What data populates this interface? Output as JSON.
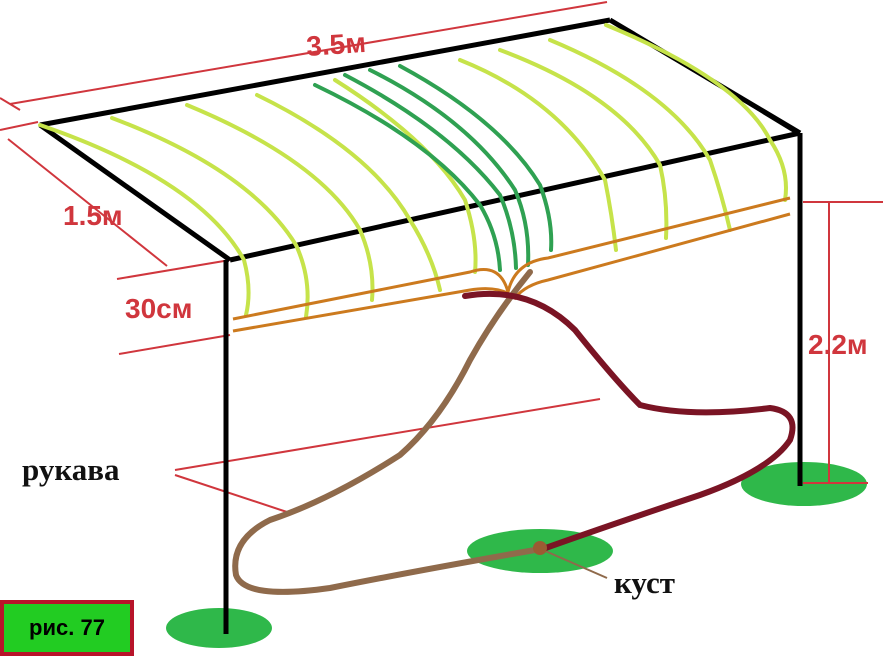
{
  "labels": {
    "width": "3.5м",
    "depth": "1.5м",
    "drop": "30см",
    "height": "2.2м",
    "sleeves": "рукава",
    "bush": "куст"
  },
  "figure_badge": "рис. 77",
  "colors": {
    "dimension": "#d0363d",
    "frame": "#000000",
    "light_branch": "#c6e34a",
    "dark_branch": "#2fa152",
    "wire": "#cc7a1e",
    "sleeve_brown": "#8f6a4b",
    "sleeve_dark": "#7a1424",
    "ground": "#2fb84a",
    "badge_bg": "#22cc22",
    "badge_border": "#b8142a"
  }
}
